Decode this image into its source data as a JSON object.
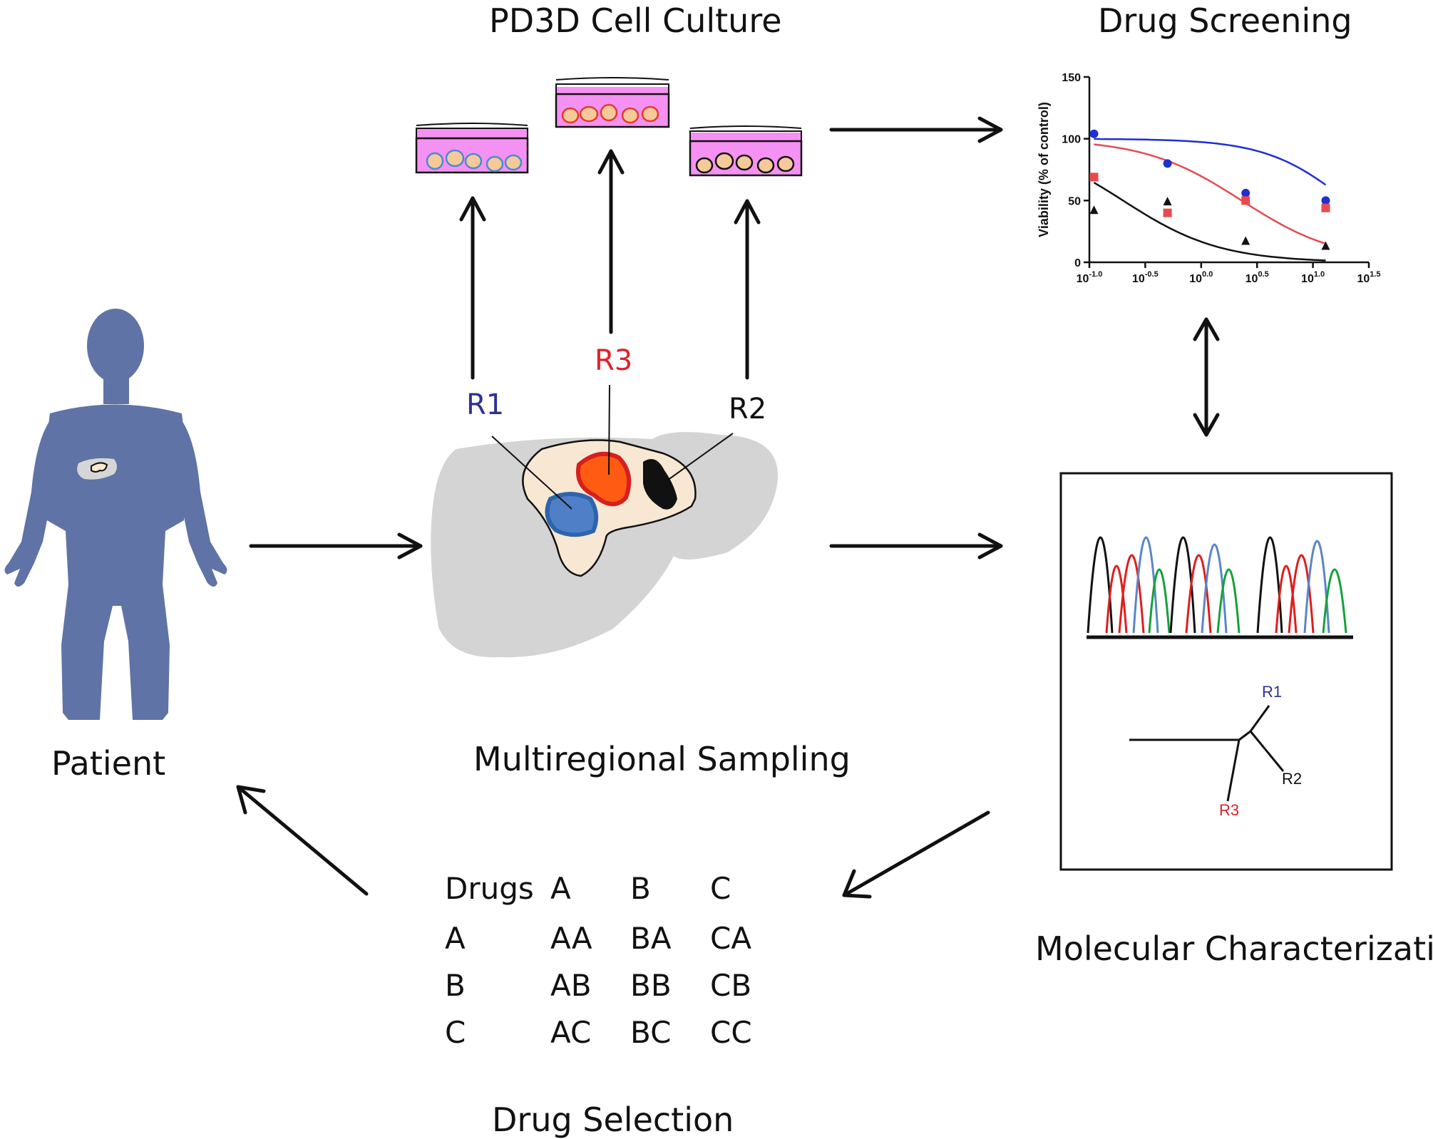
{
  "titles": {
    "culture": "PD3D Cell Culture",
    "screening": "Drug Screening",
    "patient": "Patient",
    "sampling": "Multiregional Sampling",
    "molecular": "Molecular Characterization",
    "selection": "Drug Selection"
  },
  "regions": {
    "r1": {
      "label": "R1",
      "color": "#2e3192"
    },
    "r2": {
      "label": "R2",
      "color": "#111111"
    },
    "r3": {
      "label": "R3",
      "color": "#e0202a"
    }
  },
  "tree_labels": {
    "r1": "R1",
    "r2": "R2",
    "r3": "R3"
  },
  "drug_table": {
    "header": [
      "Drugs",
      "A",
      "B",
      "C"
    ],
    "rows": [
      [
        "A",
        "AA",
        "BA",
        "CA"
      ],
      [
        "B",
        "AB",
        "BB",
        "CB"
      ],
      [
        "C",
        "AC",
        "BC",
        "CC"
      ]
    ]
  },
  "chart_data": {
    "type": "scatter",
    "ylabel": "Viability (% of control)",
    "xscale": "log10",
    "xlim": [
      0.1,
      31.62
    ],
    "ylim": [
      0,
      150
    ],
    "xticks": [
      {
        "value": 0.1,
        "base": "10",
        "exp": "-1.0"
      },
      {
        "value": 0.316,
        "base": "10",
        "exp": "-0.5"
      },
      {
        "value": 1,
        "base": "10",
        "exp": "0.0"
      },
      {
        "value": 3.162,
        "base": "10",
        "exp": "0.5"
      },
      {
        "value": 10,
        "base": "10",
        "exp": "1.0"
      },
      {
        "value": 31.62,
        "base": "10",
        "exp": "1.5"
      }
    ],
    "yticks": [
      0,
      50,
      100,
      150
    ],
    "series": [
      {
        "color": "#1f2fd1",
        "marker": "circle",
        "x": [
          0.11,
          0.5,
          2.5,
          13.0
        ],
        "y": [
          104,
          80,
          56,
          50
        ],
        "fit": {
          "top": 100,
          "bottom": 0,
          "ic50": 20,
          "hill": 1.2
        }
      },
      {
        "color": "#e84a50",
        "marker": "square",
        "x": [
          0.11,
          0.5,
          2.5,
          13.0
        ],
        "y": [
          69,
          40,
          50,
          44
        ],
        "fit": {
          "top": 100,
          "bottom": 0,
          "ic50": 2.3,
          "hill": 1.0
        }
      },
      {
        "color": "#111111",
        "marker": "triangle",
        "x": [
          0.11,
          0.5,
          2.5,
          13.0
        ],
        "y": [
          42,
          49,
          17,
          13
        ],
        "fit": {
          "top": 100,
          "bottom": 0,
          "ic50": 0.2,
          "hill": 1.0
        }
      }
    ]
  }
}
